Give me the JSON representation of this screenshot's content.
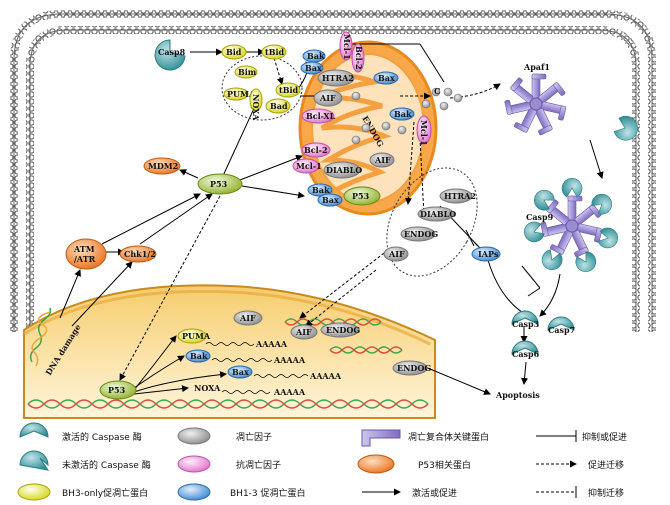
{
  "colors": {
    "bh3_only": "#e6e62a",
    "bh13": "#5aa0dc",
    "anti": "#ee88d8",
    "caspase": "#3a9aa0",
    "p53_related": "#f08a3a",
    "apoptotic_factor": "#a8a8a8",
    "mito": "#f5a040",
    "apoptosome": "#9a8cd0",
    "p53": "#a8c83a"
  },
  "labels": {
    "casp8": "Casp8",
    "bid": "Bid",
    "tbid1": "tBid",
    "tbid2": "tBid",
    "bim": "Bim",
    "puma_top": "PUMA",
    "noxa_top": "NOXA",
    "bad": "Bad",
    "bak_top": "Bak",
    "bax_top": "Bax",
    "mcl1_top": "Mcl-1",
    "bcl2_top": "Bcl-2",
    "htra2_mito": "HTRA2",
    "aif_mito": "AIF",
    "bax_mito": "Bax",
    "bak_mito": "Bak",
    "bclxl": "Bcl-XL",
    "endog_mito": "ENDOG",
    "bcl2_mid": "Bcl-2",
    "mcl1_right": "Mcl-1",
    "mcl1_left": "Mcl-1",
    "diablo_mito": "DIABLO",
    "aif_mito2": "AIF",
    "p53_mito": "P53",
    "bak_low": "Bak",
    "bax_low": "Bax",
    "c": "C",
    "mdm2": "MDM2",
    "p53_center": "P53",
    "atm": "ATM",
    "atr": "/ATR",
    "chk": "Chk1/2",
    "htra2_out": "HTRA2",
    "diablo_out": "DIABLO",
    "endog_out": "ENDOG",
    "aif_out": "AIF",
    "iaps": "IAPs",
    "apaf1": "Apaf1",
    "casp9": "Casp9",
    "casp3": "Casp3",
    "casp7": "Casp7",
    "casp6": "Casp6",
    "apoptosis": "Apoptosis",
    "dna_damage": "DNA damage",
    "aif_nuc1": "AIF",
    "aif_nuc2": "AIF",
    "endog_nuc1": "ENDOG",
    "endog_nuc2": "ENDOG",
    "puma_nuc": "PUMA",
    "bak_nuc": "Bak",
    "bax_nuc": "Bax",
    "noxa_nuc": "NOXA",
    "p53_nuc": "P53",
    "mrna": "AAAAA"
  },
  "legend": {
    "active_caspase": "激活的 Caspase 酶",
    "apoptotic_factor": "凋亡因子",
    "apoptosome_protein": "凋亡复合体关键蛋白",
    "inhibit_promote": "抑制或促进",
    "inactive_caspase": "未激活的 Caspase 酶",
    "anti_apoptotic": "抗凋亡因子",
    "p53_related": "P53相关蛋白",
    "promote_migration": "促进迁移",
    "bh3_only": "BH3-only促凋亡蛋白",
    "bh13": "BH1-3 促凋亡蛋白",
    "activate_promote": "激活或促进",
    "inhibit_migration": "抑制迁移"
  }
}
